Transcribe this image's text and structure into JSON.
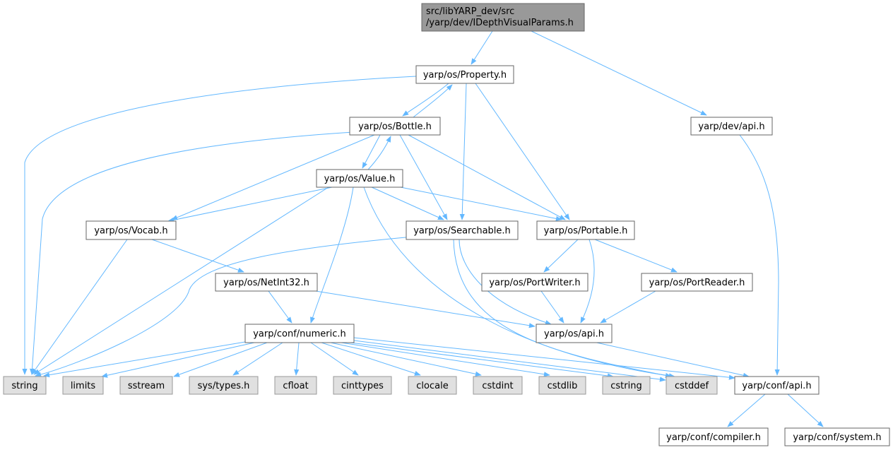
{
  "colors": {
    "root_fill": "#999999",
    "root_stroke": "#666666",
    "node_fill": "#ffffff",
    "node_stroke": "#666666",
    "system_fill": "#e0e0e0",
    "system_stroke": "#999999",
    "edge": "#63b8ff"
  },
  "nodes": {
    "root": [
      "src/libYARP_dev/src",
      "/yarp/dev/IDepthVisualParams.h"
    ],
    "property": [
      "yarp/os/Property.h"
    ],
    "dev_api": [
      "yarp/dev/api.h"
    ],
    "bottle": [
      "yarp/os/Bottle.h"
    ],
    "value": [
      "yarp/os/Value.h"
    ],
    "vocab": [
      "yarp/os/Vocab.h"
    ],
    "searchable": [
      "yarp/os/Searchable.h"
    ],
    "portable": [
      "yarp/os/Portable.h"
    ],
    "netint32": [
      "yarp/os/NetInt32.h"
    ],
    "portwriter": [
      "yarp/os/PortWriter.h"
    ],
    "portreader": [
      "yarp/os/PortReader.h"
    ],
    "numeric": [
      "yarp/conf/numeric.h"
    ],
    "os_api": [
      "yarp/os/api.h"
    ],
    "string": [
      "string"
    ],
    "limits": [
      "limits"
    ],
    "sstream": [
      "sstream"
    ],
    "systypes": [
      "sys/types.h"
    ],
    "cfloat": [
      "cfloat"
    ],
    "cinttypes": [
      "cinttypes"
    ],
    "clocale": [
      "clocale"
    ],
    "cstdint": [
      "cstdint"
    ],
    "cstdlib": [
      "cstdlib"
    ],
    "cstring": [
      "cstring"
    ],
    "cstddef": [
      "cstddef"
    ],
    "conf_api": [
      "yarp/conf/api.h"
    ],
    "compiler": [
      "yarp/conf/compiler.h"
    ],
    "system": [
      "yarp/conf/system.h"
    ]
  }
}
